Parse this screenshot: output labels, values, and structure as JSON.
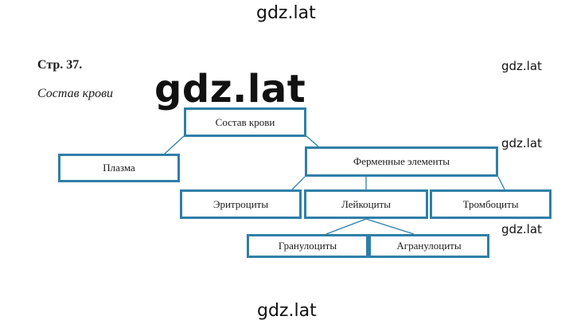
{
  "watermark": "gdz.lat",
  "page_label": "Стр. 37.",
  "section_title": "Состав крови",
  "diagram": {
    "root": "Состав крови",
    "plasma": "Плазма",
    "formed_elements": "Ферменные элементы",
    "erythrocytes": "Эритроциты",
    "leukocytes": "Лейкоциты",
    "thrombocytes": "Тромбоциты",
    "granulocytes": "Гранулоциты",
    "agranulocytes": "Агранулоциты"
  },
  "colors": {
    "box_border": "#2f7fa8",
    "connector": "#2f7fa8"
  }
}
